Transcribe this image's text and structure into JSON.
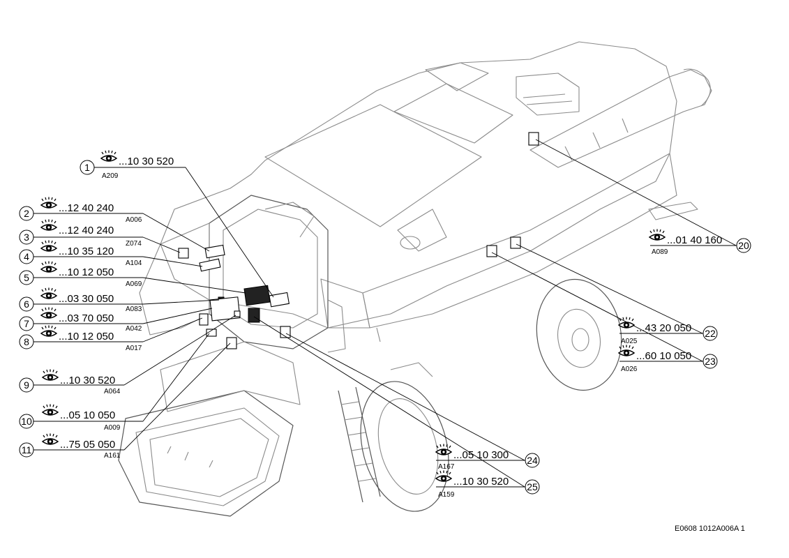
{
  "diagram": {
    "callouts": [
      {
        "num": "1",
        "ref": "...10 30 520",
        "code": "A209"
      },
      {
        "num": "2",
        "ref": "...12 40 240",
        "code": "A006"
      },
      {
        "num": "3",
        "ref": "...12 40 240",
        "code": "Z074"
      },
      {
        "num": "4",
        "ref": "...10 35 120",
        "code": "A104"
      },
      {
        "num": "5",
        "ref": "...10 12 050",
        "code": "A069"
      },
      {
        "num": "6",
        "ref": "...03 30 050",
        "code": "A083"
      },
      {
        "num": "7",
        "ref": "...03 70 050",
        "code": "A042"
      },
      {
        "num": "8",
        "ref": "...10 12 050",
        "code": "A017"
      },
      {
        "num": "9",
        "ref": "...10 30 520",
        "code": "A064"
      },
      {
        "num": "10",
        "ref": "...05 10 050",
        "code": "A009"
      },
      {
        "num": "11",
        "ref": "...75 05 050",
        "code": "A161"
      },
      {
        "num": "20",
        "ref": "...01 40 160",
        "code": "A089"
      },
      {
        "num": "22",
        "ref": "...43 20 050",
        "code": "A025"
      },
      {
        "num": "23",
        "ref": "...60 10 050",
        "code": "A026"
      },
      {
        "num": "24",
        "ref": "...05 10 300",
        "code": "A167"
      },
      {
        "num": "25",
        "ref": "...10 30 520",
        "code": "A159"
      }
    ],
    "eye_icon": "eye-icon",
    "document_id": "E0608 1012A006A 1"
  }
}
